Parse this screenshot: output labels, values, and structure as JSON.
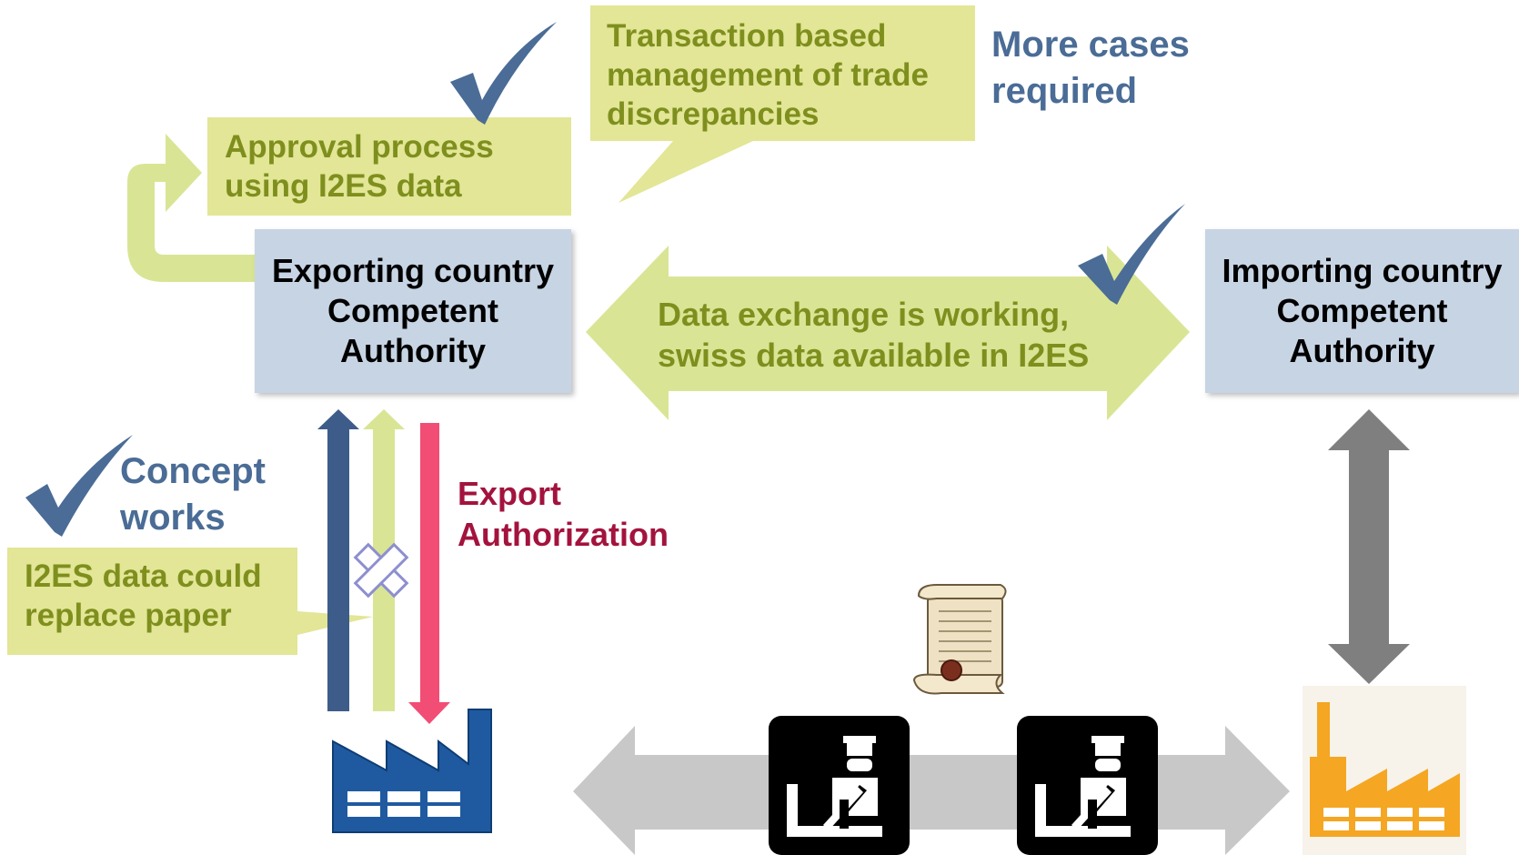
{
  "colors": {
    "callout_fill": "#e2e696",
    "authority_box": "#c7d4e4",
    "arrow_green": "#d9e594",
    "arrow_blue": "#3d5c8a",
    "arrow_red": "#f24d74",
    "arrow_gray_dark": "#7f7f7f",
    "arrow_gray_light": "#c8c8c8",
    "check_blue": "#4a6c96",
    "text_olive": "#7f8f1e",
    "text_red": "#a3133d",
    "factory_blue": "#1f5aa0",
    "factory_orange": "#f5a623"
  },
  "callouts": {
    "transaction": [
      "Transaction based",
      "management of trade",
      "discrepancies"
    ],
    "approval": [
      "Approval process",
      "using I2ES data"
    ],
    "paper": [
      "I2ES data could",
      "replace paper"
    ],
    "exchange": [
      "Data exchange is working,",
      "swiss data available in I2ES"
    ]
  },
  "notes": {
    "more_cases": [
      "More cases",
      "required"
    ],
    "concept": [
      "Concept",
      "works"
    ],
    "export_auth": [
      "Export",
      "Authorization"
    ]
  },
  "boxes": {
    "exporting": [
      "Exporting country",
      "Competent",
      "Authority"
    ],
    "importing": [
      "Importing country",
      "Competent",
      "Authority"
    ]
  },
  "icons": [
    "checkmark-icon",
    "scroll-document-icon",
    "customs-officer-icon",
    "factory-icon",
    "cross-icon"
  ]
}
